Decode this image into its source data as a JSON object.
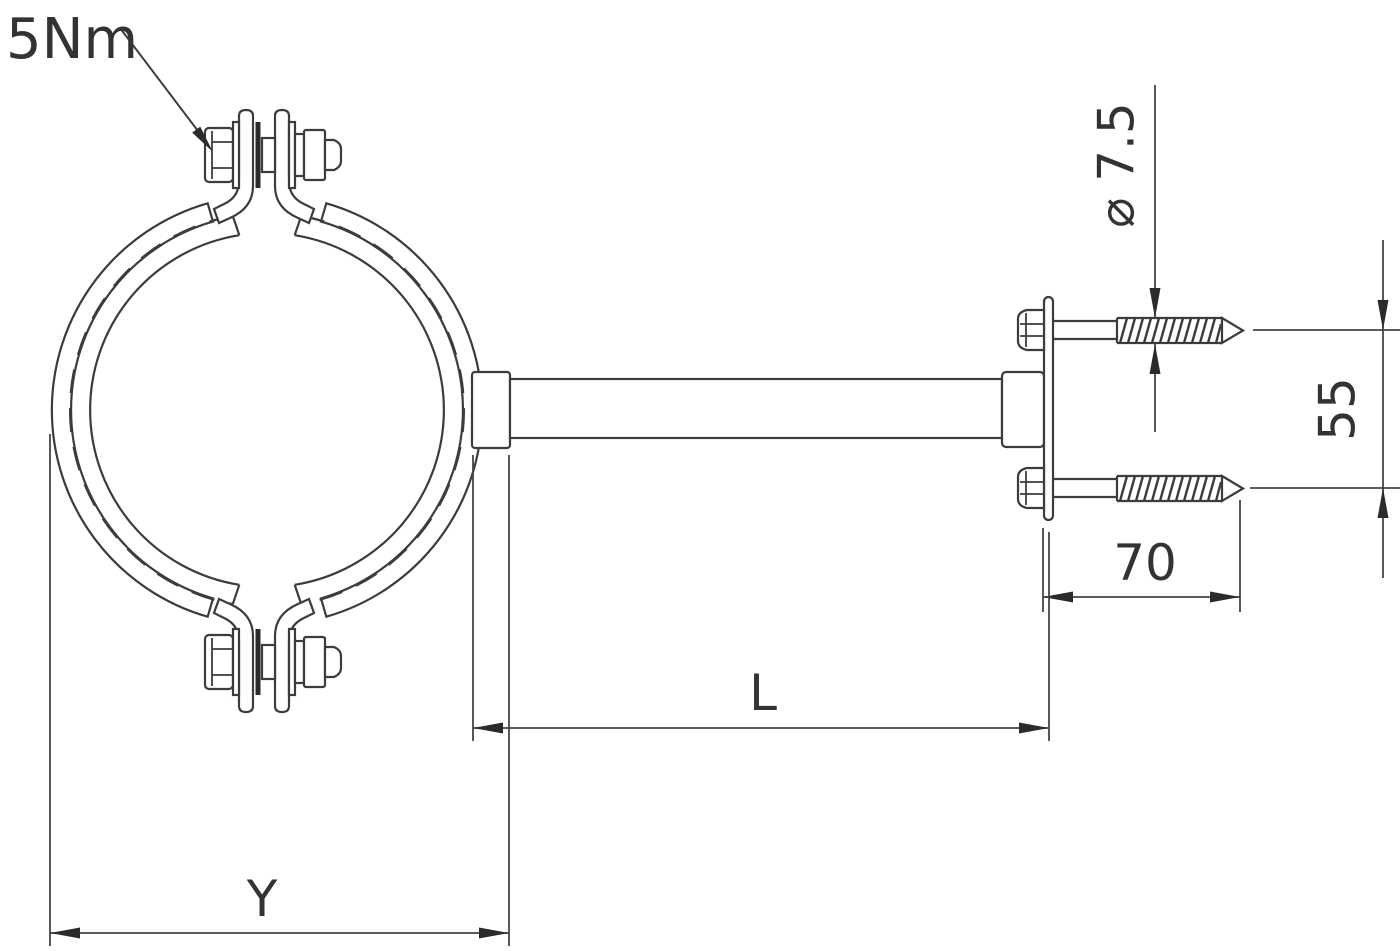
{
  "labels": {
    "torque": "5Nm",
    "diameter": "⌀ 7.5",
    "screw_spacing": "55",
    "screw_length": "70",
    "rod_length": "L",
    "clamp_width": "Y"
  },
  "colors": {
    "line": "#3c3c3c",
    "dim_line": "#454545",
    "fill_dark": "#2b2b2b",
    "text": "#333333",
    "background": "#ffffff"
  }
}
